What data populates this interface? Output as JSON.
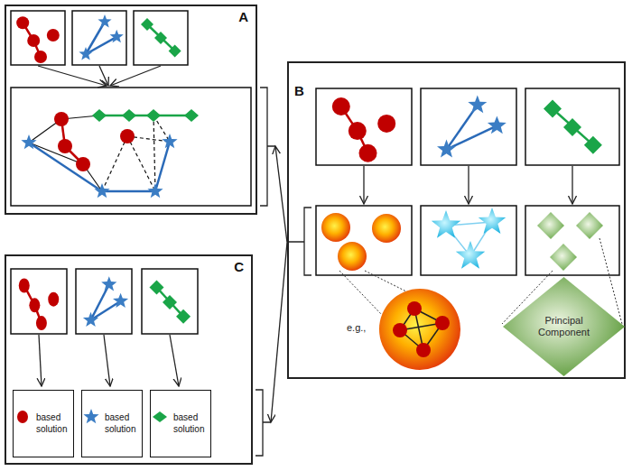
{
  "diagram": {
    "nodes": [
      {
        "text": [
          "A"
        ]
      },
      {
        "text": [
          "B"
        ]
      },
      {
        "text": [
          "Principal Component"
        ],
        "in": 1
      },
      {
        "text": [
          "C"
        ]
      },
      {
        "text": [
          "based solution"
        ],
        "in": 3
      },
      {
        "text": [
          "based solution"
        ],
        "in": 3
      },
      {
        "text": [
          "based solution"
        ],
        "in": 3
      }
    ],
    "edges": [
      {
        "from": 1,
        "to": 0,
        "arrow": "to"
      },
      {
        "from": 1,
        "to": 3,
        "arrow": "to"
      }
    ],
    "labels": [
      "e.g.,"
    ]
  }
}
